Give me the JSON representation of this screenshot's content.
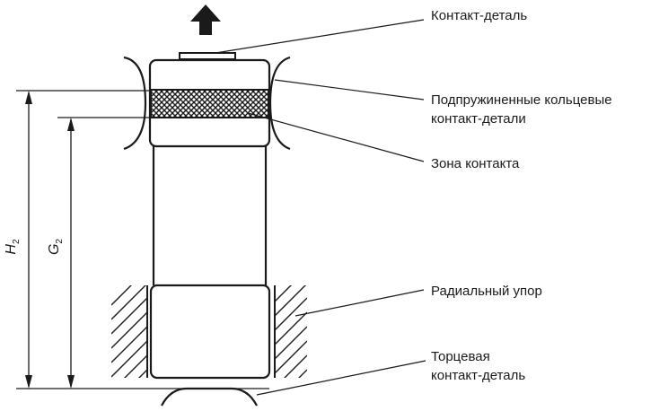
{
  "labels": {
    "contact_part": "Контакт-деталь",
    "spring_contacts_line1": "Подпружиненные кольцевые",
    "spring_contacts_line2": "контакт-детали",
    "contact_zone": "Зона контакта",
    "radial_stop": "Радиальный упор",
    "end_contact_line1": "Торцевая",
    "end_contact_line2": "контакт-деталь"
  },
  "dimensions": {
    "h2_symbol": "H",
    "h2_subscript": "2",
    "g2_symbol": "G",
    "g2_subscript": "2"
  },
  "icons": {
    "up_arrow": "arrow-up-icon"
  }
}
